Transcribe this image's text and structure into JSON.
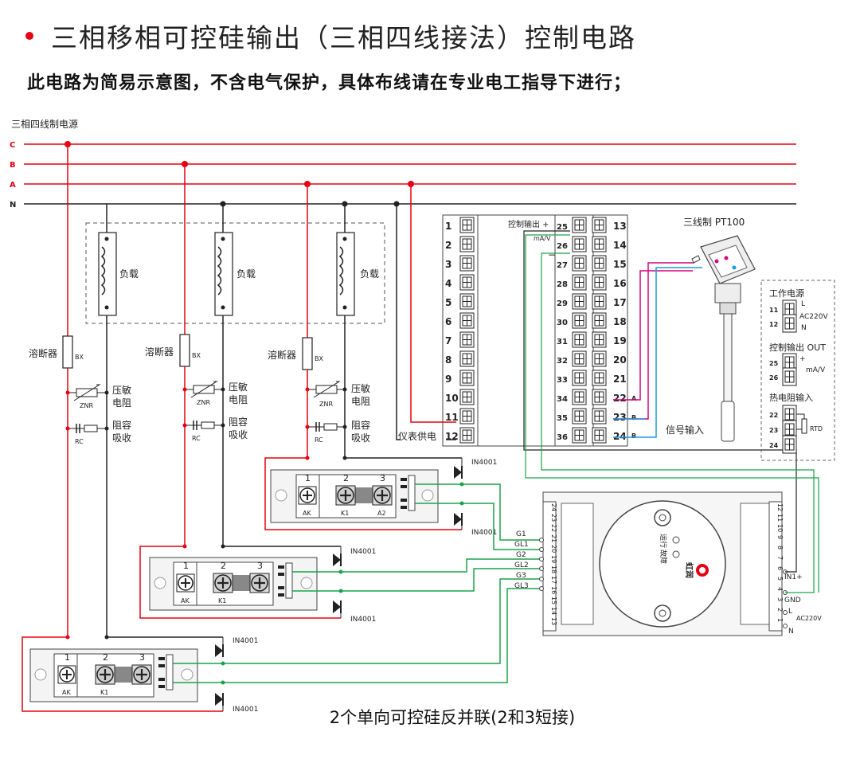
{
  "header": {
    "title": "三相移相可控硅输出（三相四线接法）控制电路",
    "subtitle": "此电路为简易示意图，不含电气保护，具体布线请在专业电工指导下进行；"
  },
  "power": {
    "label": "三相四线制电源",
    "lines": [
      "C",
      "B",
      "A",
      "N"
    ]
  },
  "components": {
    "load": "负载",
    "fuse": "溶断器",
    "fuse_code": "BX",
    "varistor_1": "压敏",
    "varistor_2": "电阻",
    "varistor_code": "ZNR",
    "snubber_1": "阻容",
    "snubber_2": "吸收",
    "snubber_code": "RC",
    "diode": "IN4001",
    "module_term_1": "1",
    "module_term_2": "2",
    "module_term_3": "3",
    "module_ak": "AK",
    "module_k1": "K1",
    "module_a2": "A2"
  },
  "controller": {
    "terminals_left": [
      "1",
      "2",
      "3",
      "4",
      "5",
      "6",
      "7",
      "8",
      "9",
      "10",
      "11",
      "12"
    ],
    "terminals_mid": [
      "25",
      "26",
      "27",
      "28",
      "29",
      "30",
      "31",
      "32",
      "33",
      "34",
      "35",
      "36"
    ],
    "terminals_right": [
      "13",
      "14",
      "15",
      "16",
      "17",
      "18",
      "19",
      "20",
      "21",
      "22",
      "23",
      "24"
    ],
    "output_label": "控制输出 +",
    "ma_label": "mA/V",
    "minus_label": "−",
    "supply_label": "仪表供电",
    "signal_label": "信号输入",
    "sig_a": "A",
    "sig_b1": "B",
    "sig_b2": "B"
  },
  "sensor": {
    "label": "三线制 PT100"
  },
  "legend": {
    "power_title": "工作电源",
    "power_t1": "11",
    "power_t2": "12",
    "power_l": "L",
    "power_ac": "AC220V",
    "power_n": "N",
    "out_title": "控制输出 OUT",
    "out_t1": "25",
    "out_t2": "26",
    "out_plus": "+",
    "out_ma": "mA/V",
    "rtd_title": "热电阻输入",
    "rtd_t1": "22",
    "rtd_t2": "23",
    "rtd_t3": "24",
    "rtd_label": "RTD"
  },
  "trigger_board": {
    "left_terminals": [
      "24",
      "23",
      "22",
      "21",
      "20",
      "19",
      "18",
      "17",
      "16",
      "15",
      "14",
      "13"
    ],
    "right_terminals": [
      "12",
      "11",
      "10",
      "9",
      "8",
      "7",
      "6",
      "5",
      "4",
      "3",
      "2",
      "1"
    ],
    "gate_labels": [
      "G1",
      "GL1",
      "G2",
      "GL2",
      "G3",
      "GL3"
    ],
    "in_label": "IN1+",
    "gnd_label": "GND",
    "l_label": "L",
    "ac_label": "AC220V",
    "n_label": "N",
    "led_run": "运行",
    "led_fault": "故障",
    "brand": "虹润"
  },
  "footer": {
    "caption": "2个单向可控硅反并联(2和3短接)"
  },
  "colors": {
    "red": "#e60012",
    "green": "#1aa34a",
    "pink": "#d6007e",
    "blue": "#1e9be0",
    "black": "#222222"
  }
}
